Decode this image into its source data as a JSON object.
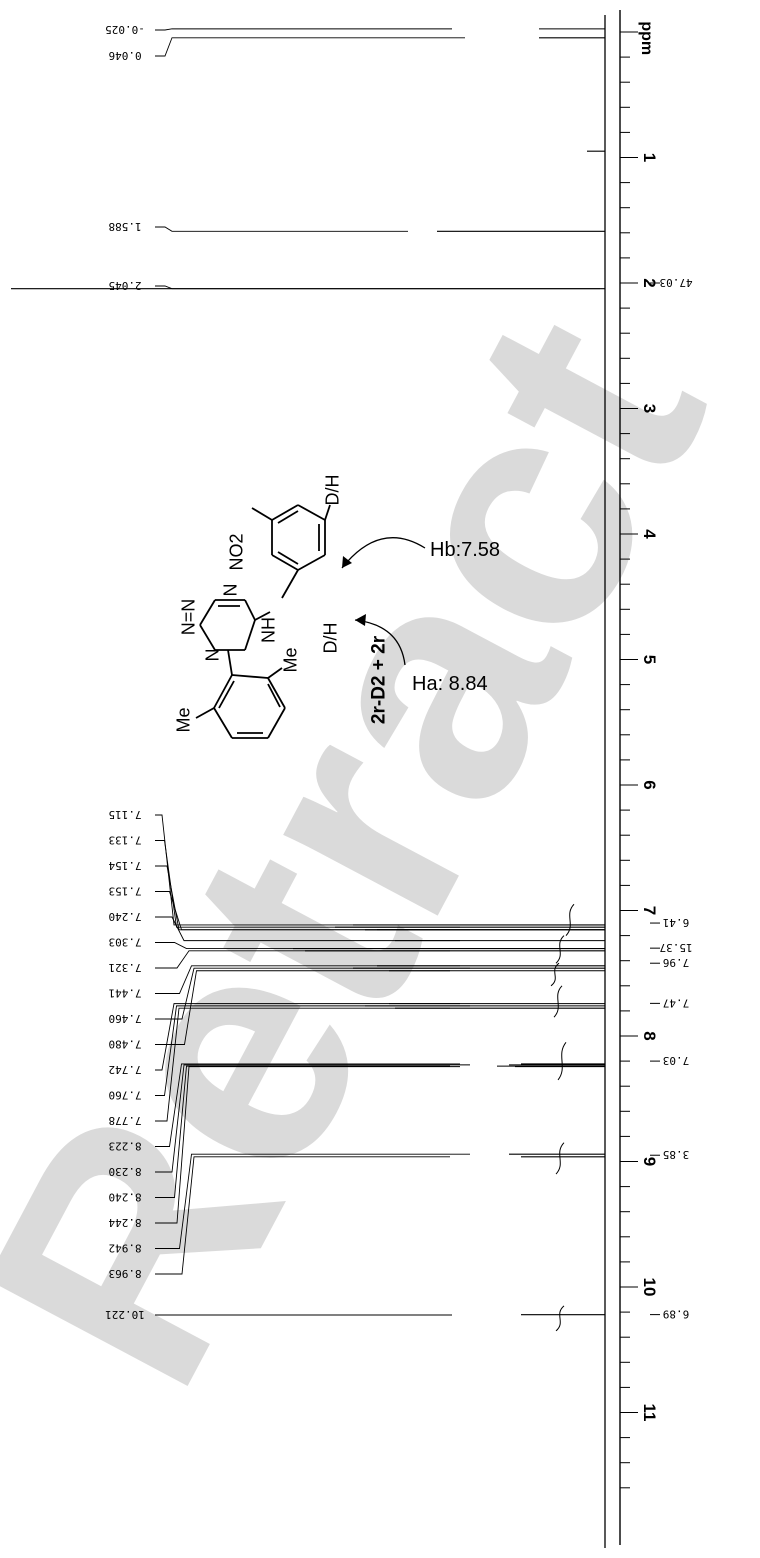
{
  "chart_data": {
    "type": "line",
    "title": "",
    "xlabel": "ppm",
    "ylabel": "",
    "xlim": [
      -0.3,
      11.7
    ],
    "x_ticks": [
      "1",
      "2",
      "3",
      "4",
      "5",
      "6",
      "7",
      "8",
      "9",
      "10",
      "11"
    ],
    "peak_labels": [
      "-0.025",
      "0.046",
      "1.588",
      "2.045",
      "7.115",
      "7.133",
      "7.154",
      "7.153",
      "7.240",
      "7.303",
      "7.321",
      "7.441",
      "7.460",
      "7.480",
      "7.742",
      "7.760",
      "7.778",
      "8.223",
      "8.230",
      "8.240",
      "8.244",
      "8.942",
      "8.963",
      "10.221"
    ],
    "peaks": [
      {
        "x": -0.025,
        "height": 0.11
      },
      {
        "x": 0.046,
        "height": 0.11
      },
      {
        "x": 0.95,
        "height": 0.03
      },
      {
        "x": 1.588,
        "height": 0.28
      },
      {
        "x": 2.045,
        "height": 0.99
      },
      {
        "x": 7.115,
        "height": 0.42
      },
      {
        "x": 7.133,
        "height": 0.45
      },
      {
        "x": 7.154,
        "height": 0.4
      },
      {
        "x": 7.153,
        "height": 0.38
      },
      {
        "x": 7.24,
        "height": 0.35
      },
      {
        "x": 7.303,
        "height": 0.52
      },
      {
        "x": 7.321,
        "height": 0.5
      },
      {
        "x": 7.441,
        "height": 0.38
      },
      {
        "x": 7.46,
        "height": 0.42
      },
      {
        "x": 7.48,
        "height": 0.36
      },
      {
        "x": 7.742,
        "height": 0.36
      },
      {
        "x": 7.76,
        "height": 0.4
      },
      {
        "x": 7.778,
        "height": 0.35
      },
      {
        "x": 8.223,
        "height": 0.14
      },
      {
        "x": 8.23,
        "height": 0.16
      },
      {
        "x": 8.24,
        "height": 0.18
      },
      {
        "x": 8.244,
        "height": 0.15
      },
      {
        "x": 8.942,
        "height": 0.16
      },
      {
        "x": 8.963,
        "height": 0.14
      },
      {
        "x": 10.221,
        "height": 0.14
      }
    ],
    "integrals": [
      {
        "ppm": 2.0,
        "value": "47.03"
      },
      {
        "ppm": 7.1,
        "value": "6.41"
      },
      {
        "ppm": 7.3,
        "value": "15.37"
      },
      {
        "ppm": 7.42,
        "value": "7.96"
      },
      {
        "ppm": 7.74,
        "value": "7.47"
      },
      {
        "ppm": 8.2,
        "value": "7.03"
      },
      {
        "ppm": 8.95,
        "value": "3.85"
      },
      {
        "ppm": 10.22,
        "value": "6.89"
      }
    ]
  },
  "structure": {
    "no2_label": "NO",
    "no2_subscript": "2",
    "dh_top": "D/H",
    "dh_bottom": "D/H",
    "nh_label": "NH",
    "me_right": "Me",
    "me_left": "Me",
    "tetrazole_n_top": "N",
    "tetrazole_n_eq": "N=N",
    "tetrazole_n_bottom": "N",
    "hb_label": "Hb:7.58",
    "ha_label": "Ha: 8.84",
    "compound_main": "2r-D",
    "compound_subscript": "2",
    "compound_suffix": " + 2r"
  },
  "watermark": "Retract"
}
